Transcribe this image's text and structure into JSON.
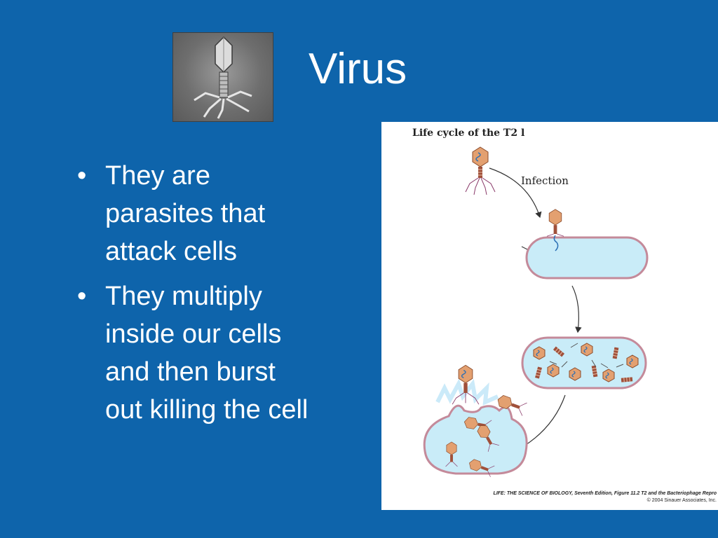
{
  "slide": {
    "title": "Virus",
    "bullets": [
      "They are parasites that attack cells",
      "They multiply inside our cells and then burst out killing the cell"
    ],
    "bullet_glyph": "•"
  },
  "figure": {
    "title": "Life cycle of the T2 l",
    "step_label": "Infection",
    "credit_line1": "LIFE: THE SCIENCE OF BIOLOGY, Seventh Edition, Figure 11.2 T2 and the Bacteriophage Repro",
    "credit_line2": "© 2004 Sinauer Associates, Inc."
  },
  "colors": {
    "background": "#0e64ab",
    "text": "#ffffff",
    "phage_head": "#e3a070",
    "cell_fill": "#c9ecf8",
    "cell_wall": "#c48a9a"
  },
  "icons": {
    "photo": "bacteriophage-micrograph-icon"
  }
}
